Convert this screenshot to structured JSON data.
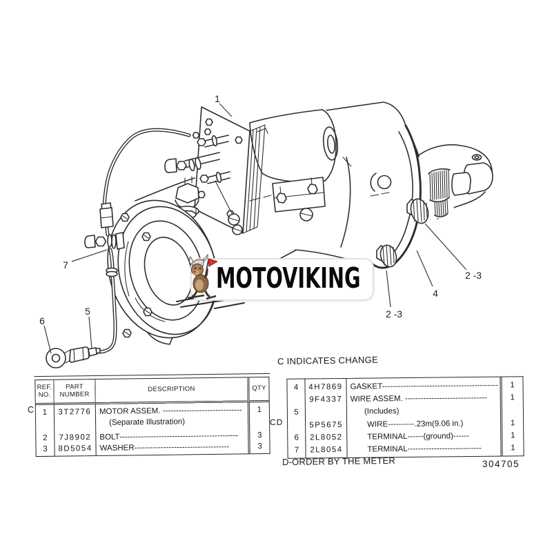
{
  "page": {
    "background_color": "#ffffff",
    "ink_color": "#2e2e2e"
  },
  "logo": {
    "text": "MOTOVIKING",
    "mascot": "viking-dog-skiing-icon",
    "flag_color": "#e23128",
    "text_color": "#0a0a0a",
    "pill_border_color": "#e2e2e2"
  },
  "diagram": {
    "subject": "starter motor assembly line drawing",
    "callouts": [
      {
        "id": "1",
        "label": "1"
      },
      {
        "id": "7",
        "label": "7"
      },
      {
        "id": "6",
        "label": "6"
      },
      {
        "id": "5",
        "label": "5"
      },
      {
        "id": "2-3-right",
        "label": "2 -3"
      },
      {
        "id": "4",
        "label": "4"
      },
      {
        "id": "2-3-lower",
        "label": "2 -3"
      }
    ]
  },
  "notes": {
    "change_note": "C INDICATES CHANGE",
    "order_note": "D-ORDER BY THE METER",
    "doc_number": "304705",
    "left_change_flag": "C",
    "right_change_flag": "CD",
    "includes_brace": "{"
  },
  "tables": {
    "left": {
      "headers": {
        "ref1": "REF.",
        "ref2": "NO.",
        "part1": "PART",
        "part2": "NUMBER",
        "desc": "DESCRIPTION",
        "qty": "QTY"
      },
      "rows": [
        {
          "ref": "1",
          "part": "3T2776",
          "desc": "MOTOR ASSEM. ------------------------------",
          "qty": "1"
        },
        {
          "ref": "",
          "part": "",
          "desc": "(Separate Illustration)",
          "qty": ""
        },
        {
          "ref": "2",
          "part": "7J8902",
          "desc": "BOLT---------------------------------------------",
          "qty": "3"
        },
        {
          "ref": "3",
          "part": "8D5054",
          "desc": "WASHER------------------------------------",
          "qty": "3"
        }
      ]
    },
    "right": {
      "rows": [
        {
          "ref": "4",
          "part": "4H7869",
          "desc": "GASKET--------------------------------------------",
          "qty": "1"
        },
        {
          "ref": "",
          "part": "9F4337",
          "desc": "WIRE ASSEM. -------------------------------",
          "qty": "1"
        },
        {
          "ref": "5",
          "part": "",
          "desc": "(Includes)",
          "qty": ""
        },
        {
          "ref": "",
          "part": "5P5675",
          "desc": "WIRE----------.23m(9.06 in.)",
          "qty": "1"
        },
        {
          "ref": "6",
          "part": "2L8052",
          "desc": "TERMINAL------(ground)------",
          "qty": "1"
        },
        {
          "ref": "7",
          "part": "2L8054",
          "desc": "TERMINAL----------------------------",
          "qty": "1"
        }
      ]
    }
  }
}
